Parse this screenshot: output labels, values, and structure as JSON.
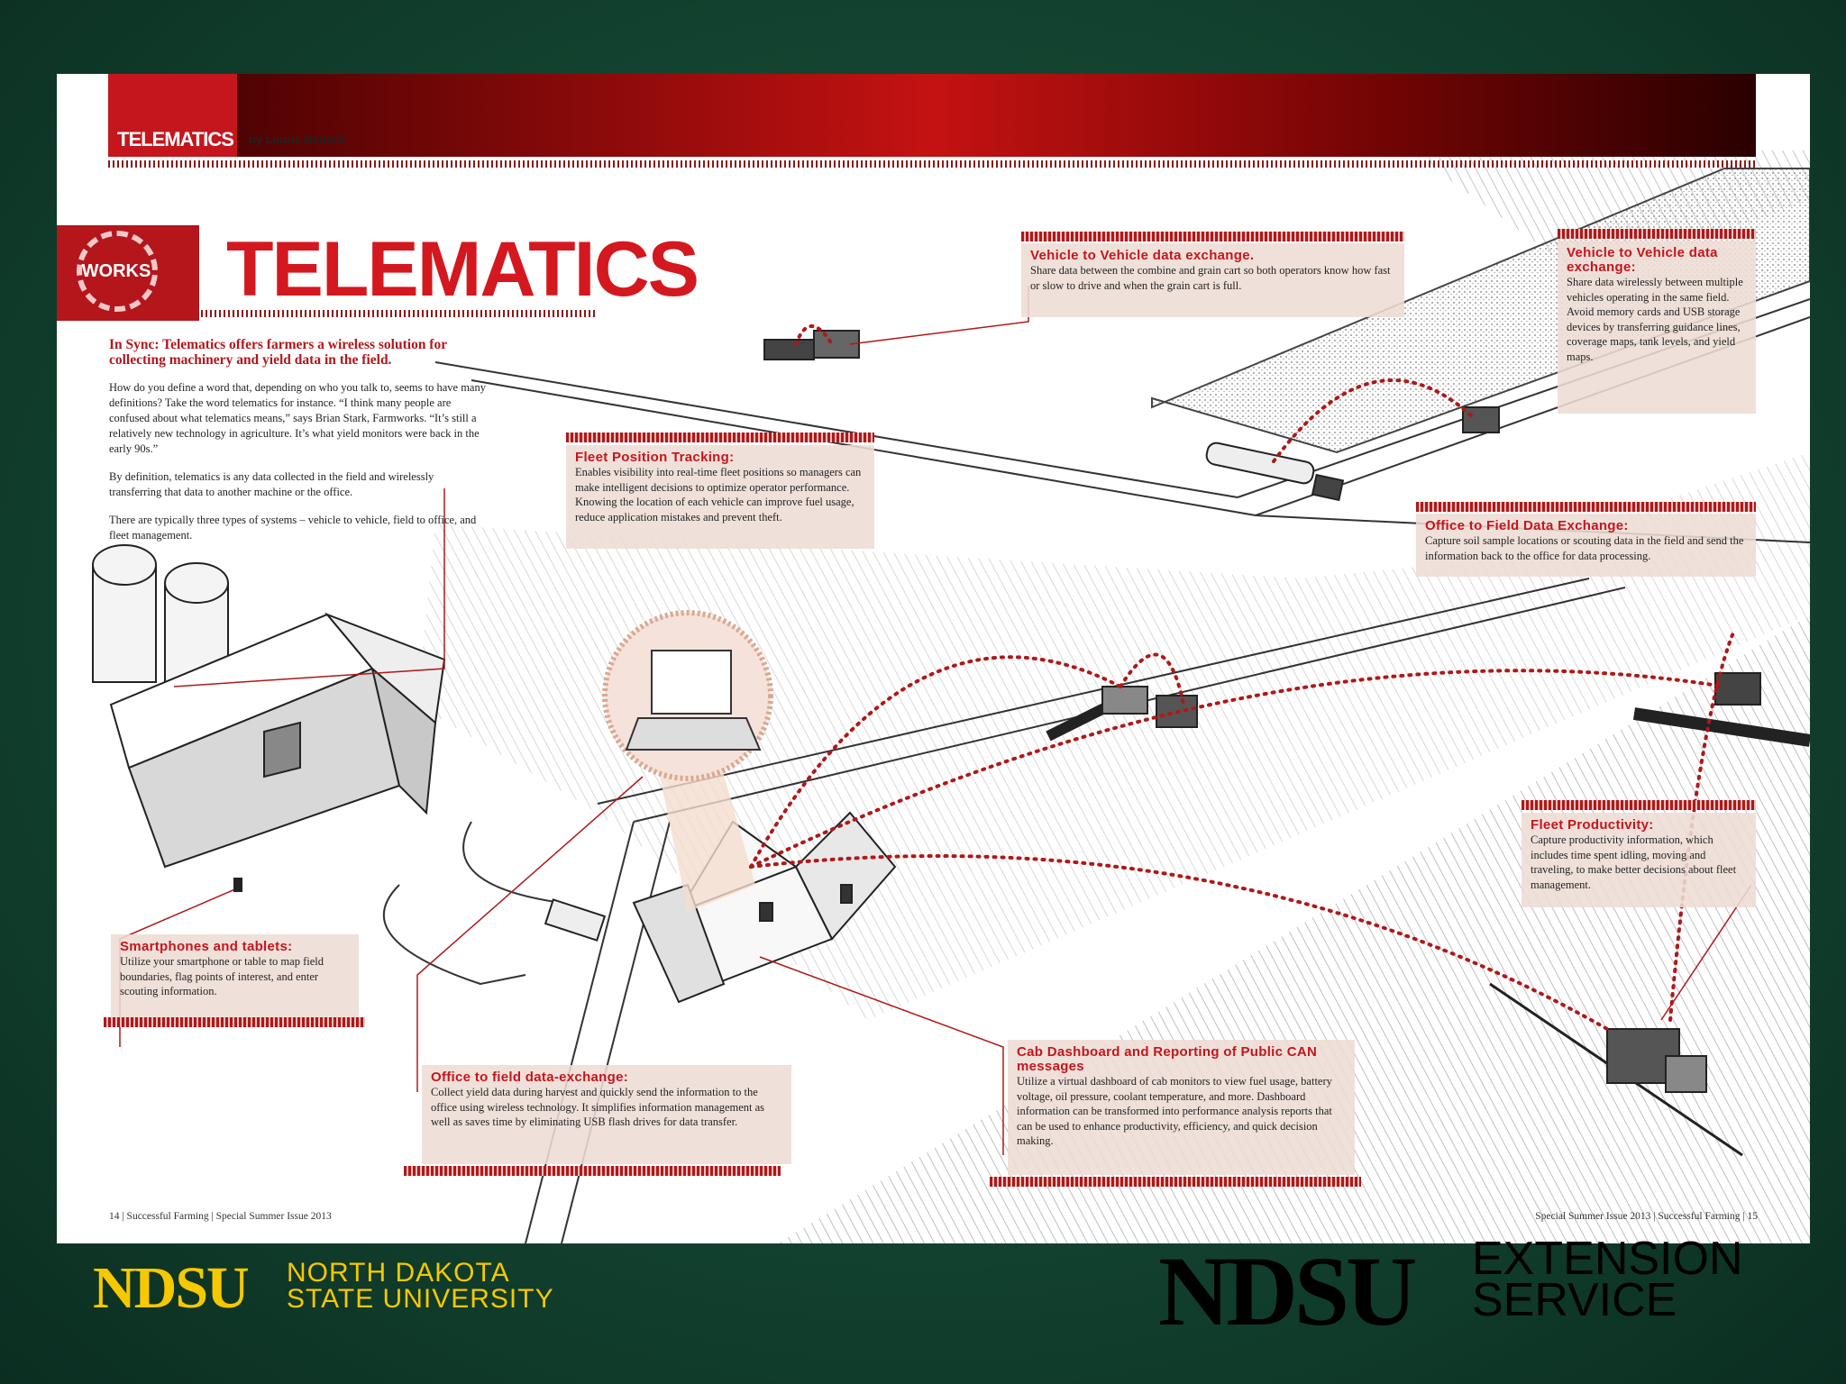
{
  "header": {
    "section_tab": "TELEMATICS",
    "byline": "by Laurie Bedord"
  },
  "badge": {
    "works": "WORKS"
  },
  "title": "TELEMATICS",
  "intro": {
    "lede": "In Sync: Telematics offers farmers a wireless solution for collecting machinery and yield data in the field.",
    "p1": "How do you define a word that, depending on who you talk to, seems to have many definitions? Take the word telematics for instance. “I think many people are confused about what telematics means,” says Brian Stark, Farmworks. “It’s still a relatively new technology in agriculture. It’s what yield monitors were back in the early 90s.”",
    "p2": "By definition, telematics is any data collected in the field and wirelessly transferring that data to another machine or the office.",
    "p3": "There are typically three types of systems – vehicle to vehicle, field to office, and fleet management."
  },
  "callouts": {
    "v2v_top": {
      "heading": "Vehicle to Vehicle data exchange.",
      "body": "Share data between the combine and grain cart so both operators know how fast or slow to drive and when the grain cart is full."
    },
    "v2v_right": {
      "heading": "Vehicle to Vehicle data exchange:",
      "body": "Share data wirelessly between multiple vehicles operating in the same field. Avoid memory cards and USB storage devices by transferring guidance lines, coverage maps, tank levels, and yield maps."
    },
    "fleet_tracking": {
      "heading": "Fleet Position Tracking:",
      "body": "Enables visibility into real-time fleet positions so managers can make intelligent decisions to optimize operator performance. Knowing the location of each vehicle can improve fuel usage, reduce application mistakes and prevent theft."
    },
    "office_field": {
      "heading": "Office to Field Data Exchange:",
      "body": "Capture soil sample locations or scouting data in the field and send the information back to the office for data processing."
    },
    "fleet_productivity": {
      "heading": "Fleet Productivity:",
      "body": "Capture productivity information, which includes time spent idling, moving and traveling, to make better decisions about fleet management."
    },
    "smartphones": {
      "heading": "Smartphones and tablets:",
      "body": "Utilize your smartphone or table to map field boundaries, flag points of interest, and enter scouting information."
    },
    "office_field_lower": {
      "heading": "Office to field data-exchange:",
      "body": "Collect yield data during harvest and quickly send the information to the office using wireless technology. It simplifies information management as well as saves time by eliminating USB flash drives for data transfer."
    },
    "cab_dashboard": {
      "heading": "Cab Dashboard and Reporting of Public CAN messages",
      "body": "Utilize a virtual dashboard of cab monitors to view fuel usage, battery voltage, oil pressure, coolant temperature, and more. Dashboard information can be transformed into performance analysis reports that can be used to enhance productivity, efficiency, and quick decision making."
    }
  },
  "footer": {
    "left": "14 | Successful Farming | Special Summer Issue 2013",
    "right": "Special Summer Issue 2013 | Successful Farming | 15"
  },
  "logos": {
    "ndsu": "NDSU",
    "ndsu_line1": "NORTH DAKOTA",
    "ndsu_line2": "STATE UNIVERSITY",
    "ext": "NDSU",
    "ext_line1": "EXTENSION",
    "ext_line2": "SERVICE"
  },
  "colors": {
    "accent_red": "#c4161c",
    "background_green": "#134330",
    "ndsu_gold": "#f5c800"
  }
}
